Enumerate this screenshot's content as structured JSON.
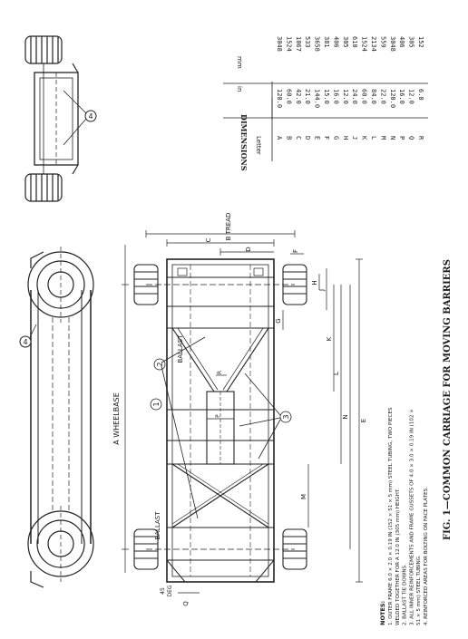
{
  "figure_caption": "FIG. 1—COMMON CARRIAGE FOR MOVING BARRIERS",
  "dimensions_table": {
    "title": "DIMENSIONS",
    "headers": {
      "letter": "Letter",
      "in": "in",
      "mm": "mm"
    },
    "rows": [
      {
        "letter": "A",
        "in": "120.0",
        "mm": "3048"
      },
      {
        "letter": "B",
        "in": "60.0",
        "mm": "1524"
      },
      {
        "letter": "C",
        "in": "42.0",
        "mm": "1067"
      },
      {
        "letter": "D",
        "in": "21.0",
        "mm": "533"
      },
      {
        "letter": "E",
        "in": "144.0",
        "mm": "3658"
      },
      {
        "letter": "F",
        "in": "15.0",
        "mm": "381"
      },
      {
        "letter": "G",
        "in": "16.0",
        "mm": "406"
      },
      {
        "letter": "H",
        "in": "12.0",
        "mm": "305"
      },
      {
        "letter": "J",
        "in": "24.0",
        "mm": "610"
      },
      {
        "letter": "K",
        "in": "60.0",
        "mm": "1524"
      },
      {
        "letter": "L",
        "in": "84.0",
        "mm": "2134"
      },
      {
        "letter": "M",
        "in": "22.0",
        "mm": "559"
      },
      {
        "letter": "N",
        "in": "120.0",
        "mm": "3048"
      },
      {
        "letter": "P",
        "in": "16.0",
        "mm": "406"
      },
      {
        "letter": "Q",
        "in": "12.0",
        "mm": "305"
      },
      {
        "letter": "R",
        "in": "6.0",
        "mm": "152"
      }
    ]
  },
  "drawing_labels": {
    "wheelbase": "A WHEELBASE",
    "tread": "B TREAD",
    "c": "C",
    "d": "D",
    "e": "E",
    "f": "F",
    "g": "G",
    "h": "H",
    "j": "J",
    "k": "K",
    "l": "L",
    "m": "M",
    "n": "N",
    "p": "P",
    "q": "Q",
    "r": "R",
    "ballast_1": "BALLAST",
    "ballast_2": "BALLAST",
    "angle": "45",
    "angle_unit": "DEG",
    "callout_1": "1",
    "callout_2": "2",
    "callout_3": "3",
    "callout_4": "4"
  },
  "notes": {
    "heading": "NOTES:",
    "lines": [
      "1. OUTER FRAME 6.0 × 2.0 × 0.19 IN (152 × 51 × 5 mm) STEEL TUBING, TWO PIECES",
      "WELDED TOGETHER FOR A 12.0 IN (305 mm) HEIGHT.",
      "2. BALLAST TIE DOWNS.",
      "3. ALL INNER REINFORCEMENTS AND FRAME GUSSETS OF 4.0 × 3.0 × 0.19 IN (102 ×",
      "51 × 5 mm) STEEL TUBING.",
      "4. REINFORCED AREAS FOR BOLTING ON FACE PLATES."
    ]
  }
}
